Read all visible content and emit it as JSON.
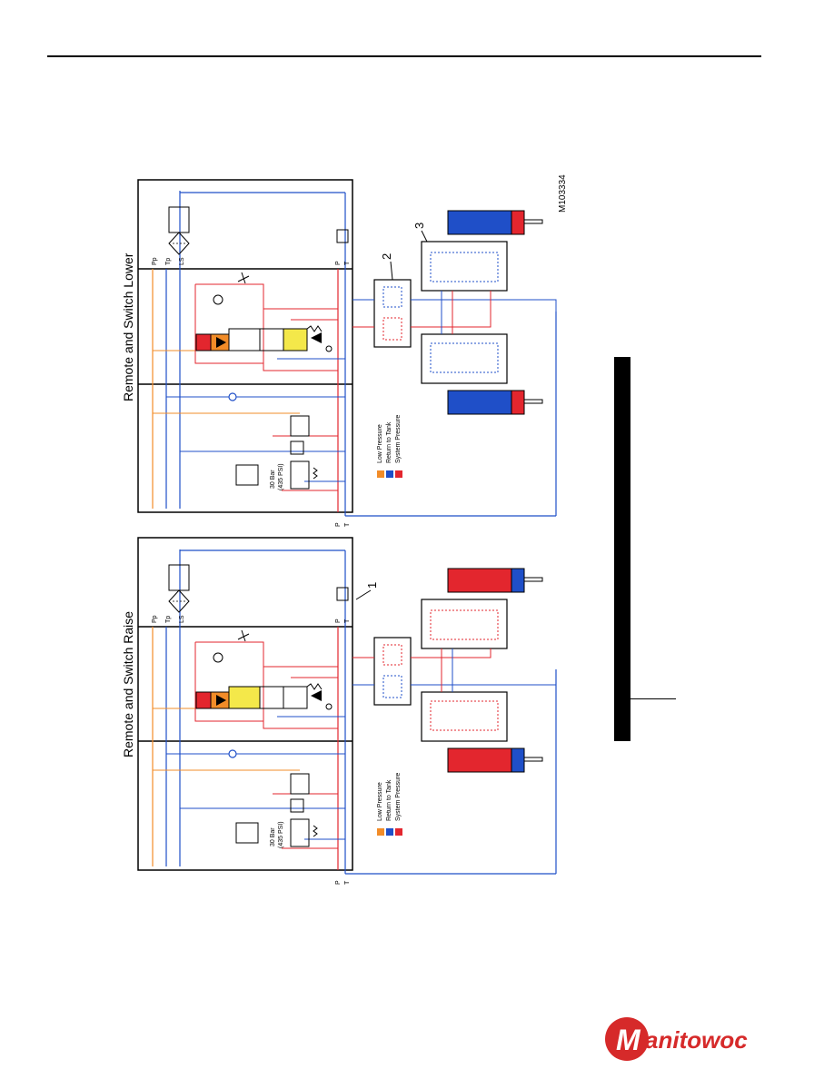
{
  "panels": {
    "lower": {
      "title": "Remote and Switch Lower",
      "relief_label_1": "30 Bar",
      "relief_label_2": "(435 PSI)",
      "legend": [
        "Low Pressure",
        "Return to Tank",
        "System Pressure"
      ],
      "ports_top": [
        "Pp",
        "Tp",
        "LS"
      ],
      "ports_right": [
        "P",
        "T"
      ],
      "ports_bottom": [
        "P",
        "T"
      ]
    },
    "raise": {
      "title": "Remote and Switch Raise",
      "relief_label_1": "30 Bar",
      "relief_label_2": "(435 PSI)",
      "legend": [
        "Low Pressure",
        "Return to Tank",
        "System Pressure"
      ],
      "ports_top": [
        "Pp",
        "Tp",
        "LS"
      ],
      "ports_right": [
        "P",
        "T"
      ],
      "ports_bottom": [
        "P",
        "T"
      ]
    }
  },
  "callouts": [
    "1",
    "2",
    "3"
  ],
  "figure_id": "M103334",
  "brand": "Manitowoc",
  "colors": {
    "low_pressure": "#f28c28",
    "return_to_tank": "#1f4fc8",
    "system_pressure": "#e3262e",
    "valve_yellow": "#f4e84a",
    "logo_red": "#d62a2a"
  }
}
